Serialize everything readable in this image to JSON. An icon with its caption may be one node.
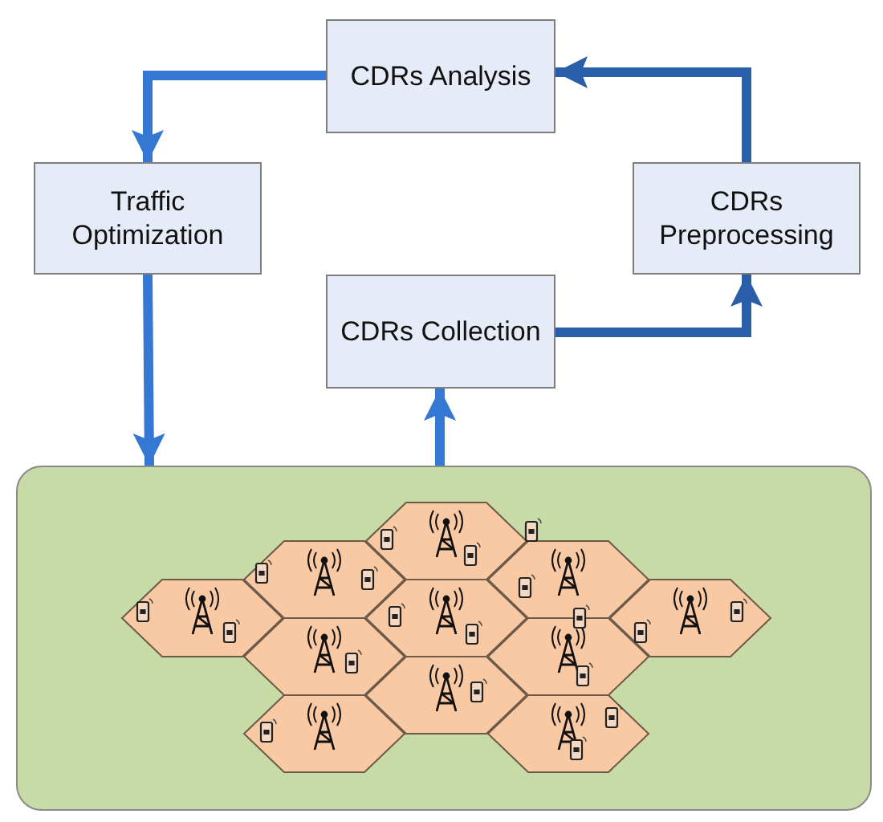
{
  "diagram": {
    "nodes": [
      {
        "text": [
          "CDRs Analysis"
        ]
      },
      {
        "text": [
          "Traffic Optimization"
        ]
      },
      {
        "text": [
          "CDRs Preprocessing"
        ]
      },
      {
        "text": [
          "CDRs Collection"
        ]
      },
      {
        "text": [],
        "shape": "box"
      }
    ],
    "edges": [
      {
        "from": 0,
        "to": 1,
        "arrow": "to"
      },
      {
        "from": 1,
        "to": 4,
        "arrow": "to"
      },
      {
        "from": 4,
        "to": 3,
        "arrow": "to"
      },
      {
        "from": 3,
        "to": 2,
        "arrow": "to",
        "color": "#2a5ea8"
      },
      {
        "from": 2,
        "to": 0,
        "arrow": "to",
        "color": "#2a5ea8"
      }
    ]
  }
}
